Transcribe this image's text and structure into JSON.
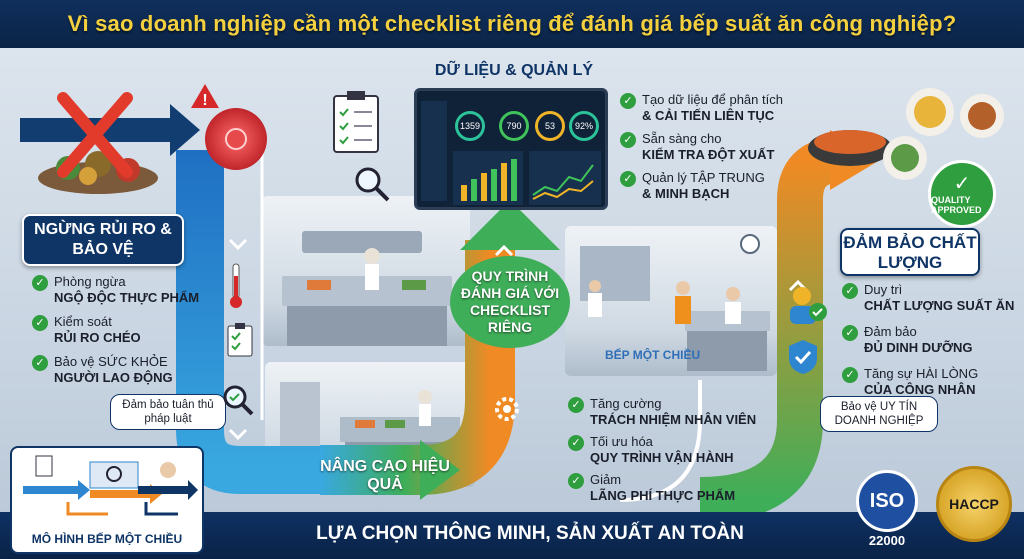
{
  "header": {
    "title": "Vì sao doanh nghiệp cần một checklist riêng để đánh giá bếp suất ăn công nghiệp?"
  },
  "footer": {
    "tagline": "LỰA CHỌN THÔNG MINH, SẢN XUẤT AN TOÀN"
  },
  "risk": {
    "heading": "NGỪNG RỦI RO & BẢO VỆ",
    "items": [
      {
        "line1": "Phòng ngừa",
        "line2": "NGỘ ĐỘC THỰC PHẨM"
      },
      {
        "line1": "Kiểm soát",
        "line2": "RỦI RO CHÉO"
      },
      {
        "line1": "Bảo vệ SỨC KHỎE",
        "line2": "NGƯỜI LAO ĐỘNG"
      }
    ],
    "bubble": "Đảm bảo tuân thủ pháp luật"
  },
  "data_management": {
    "heading": "DỮ LIỆU & QUẢN LÝ",
    "items": [
      {
        "line1": "Tạo dữ liệu để phân tích",
        "line2": "& CẢI TIẾN LIÊN TỤC"
      },
      {
        "line1": "Sẵn sàng cho",
        "line2": "KIỂM TRA ĐỘT XUẤT"
      },
      {
        "line1": "Quản lý TẬP TRUNG",
        "line2": "& MINH BẠCH"
      }
    ],
    "dashboard": {
      "gauges": [
        "1359",
        "790",
        "53",
        "92%"
      ]
    }
  },
  "process": {
    "center_label": "QUY TRÌNH ĐÁNH GIÁ VỚI CHECKLIST RIÊNG",
    "efficiency_label": "NÂNG CAO HIỆU QUẢ",
    "one_way_label": "BẾP MỘT CHIỀU",
    "items": [
      {
        "line1": "Tăng cường",
        "line2": "TRÁCH NHIỆM NHÂN VIÊN"
      },
      {
        "line1": "Tối ưu hóa",
        "line2": "QUY TRÌNH VẬN HÀNH"
      },
      {
        "line1": "Giảm",
        "line2": "LÃNG PHÍ THỰC PHẨM"
      }
    ]
  },
  "quality": {
    "heading": "ĐẢM BẢO CHẤT LƯỢNG",
    "items": [
      {
        "line1": "Duy trì",
        "line2": "CHẤT LƯỢNG SUẤT ĂN"
      },
      {
        "line1": "Đảm bảo",
        "line2": "ĐỦ DINH DƯỠNG"
      },
      {
        "line1": "Tăng sự HÀI LÒNG",
        "line2": "CỦA CÔNG NHÂN"
      }
    ],
    "bubble": "Bảo vệ UY TÍN DOANH NGHIỆP",
    "stamp_text": "QUALITY APPROVED"
  },
  "model": {
    "label": "MÔ HÌNH BẾP MỘT CHIỀU"
  },
  "certifications": {
    "iso_label": "ISO",
    "iso_number": "22000",
    "haccp_label": "HACCP"
  },
  "colors": {
    "navy": "#0f3566",
    "gold": "#f4d03f",
    "green": "#2e9e3e",
    "blue": "#2f86d0",
    "orange": "#f08a24"
  }
}
